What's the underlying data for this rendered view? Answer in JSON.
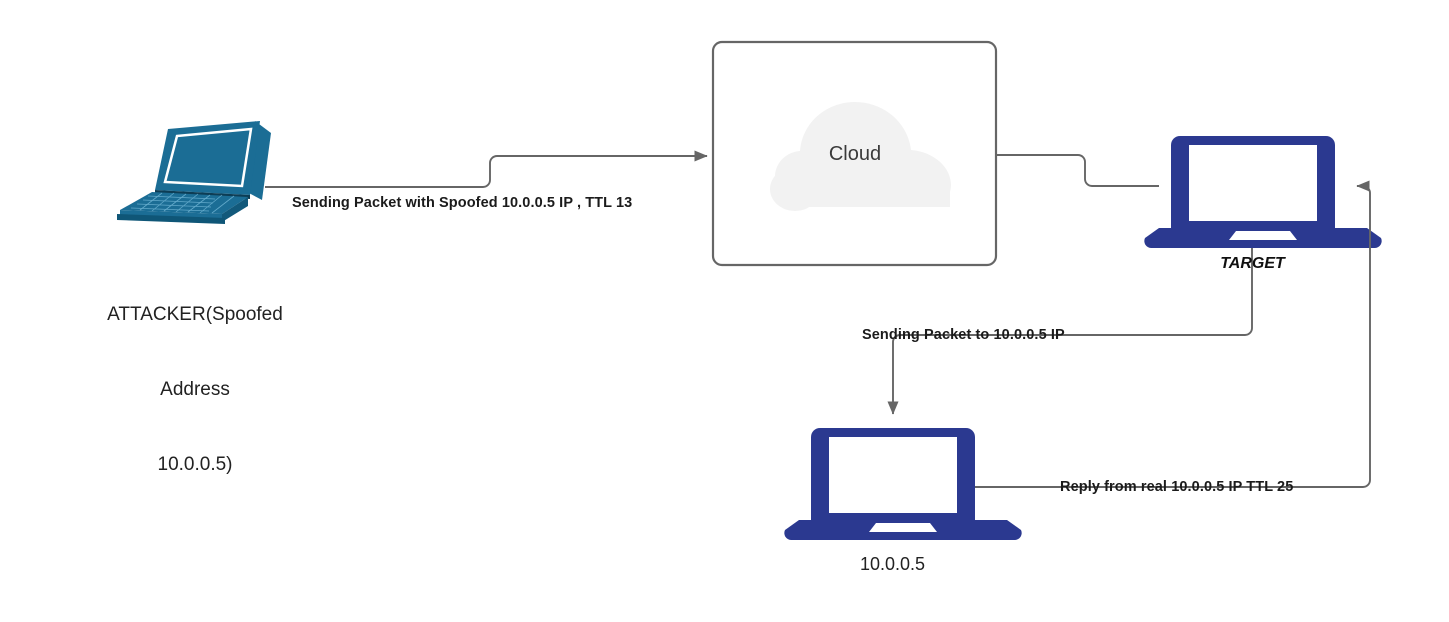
{
  "diagram": {
    "title": "IP Spoofing TTL Reflection Diagram",
    "colors": {
      "attacker_laptop": "#1b6d95",
      "node_laptop": "#2b3990",
      "connector": "#666666",
      "cloud_fill": "#f2f2f2",
      "box_border": "#666666",
      "text": "#1a1a1a"
    },
    "nodes": [
      {
        "id": "attacker",
        "icon": "laptop-3d-icon",
        "label_lines": [
          "ATTACKER(Spoofed",
          "Address",
          "10.0.0.5)"
        ]
      },
      {
        "id": "cloud",
        "icon": "cloud-icon",
        "label": "Cloud"
      },
      {
        "id": "target",
        "icon": "laptop-icon",
        "label": "TARGET"
      },
      {
        "id": "victim",
        "icon": "laptop-icon",
        "label": "10.0.0.5"
      }
    ],
    "edges": [
      {
        "id": "attacker-to-cloud",
        "label": "Sending Packet with Spoofed 10.0.0.5 IP , TTL 13",
        "from": "attacker",
        "to": "cloud",
        "arrow": true
      },
      {
        "id": "cloud-to-target",
        "label": "",
        "from": "cloud",
        "to": "target",
        "arrow": false
      },
      {
        "id": "target-to-victim",
        "label": "Sending Packet to 10.0.0.5 IP",
        "from": "target",
        "to": "victim",
        "arrow": true
      },
      {
        "id": "victim-to-target",
        "label": "Reply from real 10.0.0.5 IP TTL 25",
        "from": "victim",
        "to": "target",
        "arrow": true
      }
    ]
  }
}
